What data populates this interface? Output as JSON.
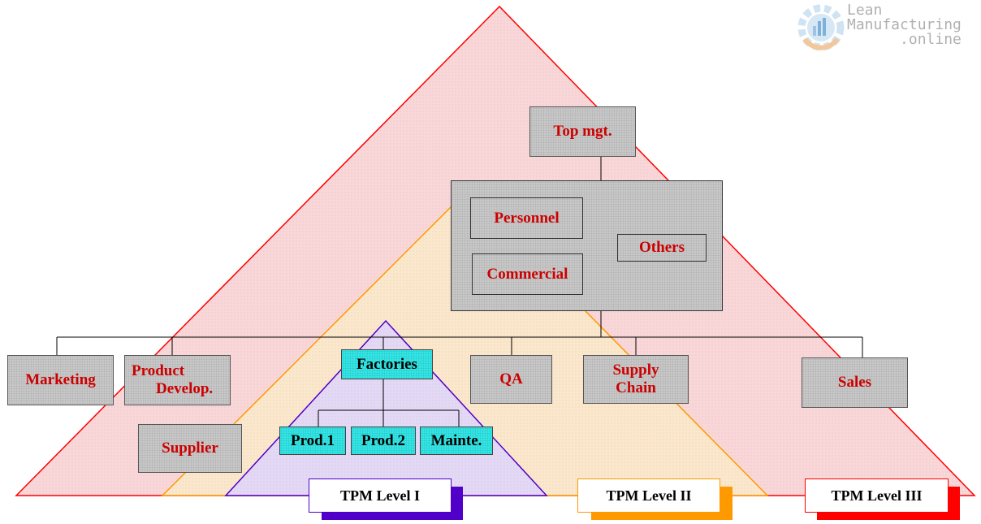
{
  "title_box": "Top mgt.",
  "departments": {
    "personnel": "Personnel",
    "commercial": "Commercial",
    "others": "Others"
  },
  "units": {
    "marketing": "Marketing",
    "product_develop_line1": "Product",
    "product_develop_line2": "Develop.",
    "supplier": "Supplier",
    "factories": "Factories",
    "prod1": "Prod.1",
    "prod2": "Prod.2",
    "mainte": "Mainte.",
    "qa": "QA",
    "supply_chain_line1": "Supply",
    "supply_chain_line2": "Chain",
    "sales": "Sales"
  },
  "levels": {
    "level1": "TPM Level I",
    "level2": "TPM Level II",
    "level3": "TPM Level III"
  },
  "logo": {
    "line1": "Lean",
    "line2": "Manufacturing",
    "line3": ".online"
  },
  "colors": {
    "level1": "#5000c8",
    "level2": "#ff9900",
    "level3": "#ff0000",
    "outer_fill": "#f9d7d9",
    "middle_fill": "#fbe8cc",
    "inner_fill": "#e3d9f6"
  }
}
